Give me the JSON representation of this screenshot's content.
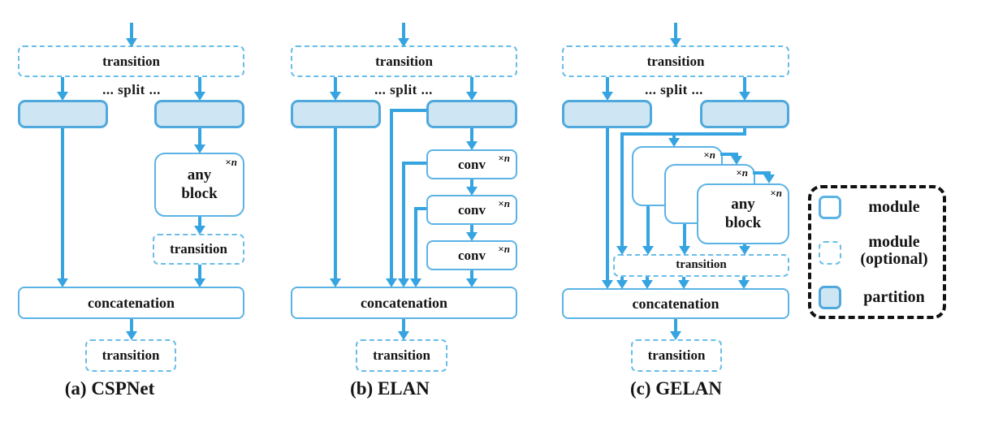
{
  "strings": {
    "transition": "transition",
    "split": "... split ...",
    "concatenation": "concatenation",
    "conv": "conv",
    "any": "any",
    "block": "block",
    "times": "×",
    "n": "n"
  },
  "captions": {
    "a": "(a) CSPNet",
    "b": "(b) ELAN",
    "c": "(c) GELAN"
  },
  "legend": {
    "module": "module",
    "optional_line1": "module",
    "optional_line2": "(optional)",
    "partition": "partition"
  },
  "colors": {
    "line": "#36a4e0",
    "solid_border": "#5bb3e5",
    "dashed_border": "#68bde9",
    "partition_fill": "#cee5f3",
    "partition_border": "#4fa9dc",
    "legend_border": "#111111",
    "text": "#151515"
  }
}
